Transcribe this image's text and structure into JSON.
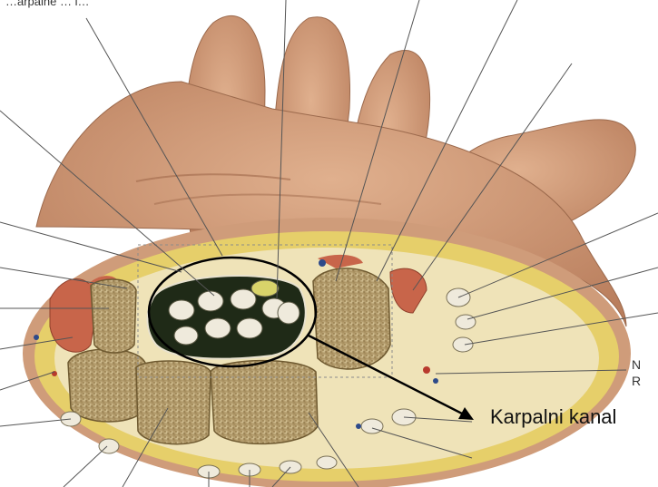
{
  "caption": "Karpalni kanal",
  "edge_fragments": {
    "top_left": "…arpalne … i…",
    "right_1": "N",
    "right_2": "R"
  },
  "colors": {
    "skin": "#d4a07f",
    "skin_dark": "#b98061",
    "fat": "#e6cf6a",
    "bone": "#c9b385",
    "muscle": "#c8654a",
    "canal_bg": "#1f2a17",
    "tendon": "#efeadc"
  }
}
